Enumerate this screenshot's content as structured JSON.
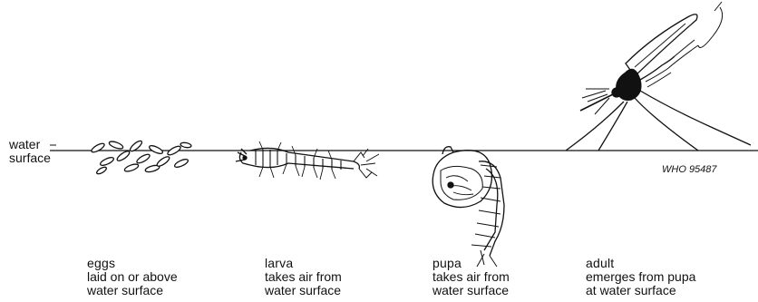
{
  "water_label": {
    "line1": "water",
    "line2": "surface"
  },
  "figure_code": "WHO 95487",
  "stages": [
    {
      "name": "eggs",
      "line1": "laid on or above",
      "line2": "water surface"
    },
    {
      "name": "larva",
      "line1": "takes air from",
      "line2": "water surface"
    },
    {
      "name": "pupa",
      "line1": "takes air from",
      "line2": "water surface"
    },
    {
      "name": "adult",
      "line1": "emerges from pupa",
      "line2": "at water surface"
    }
  ],
  "colors": {
    "ink": "#111111",
    "background": "#ffffff"
  }
}
